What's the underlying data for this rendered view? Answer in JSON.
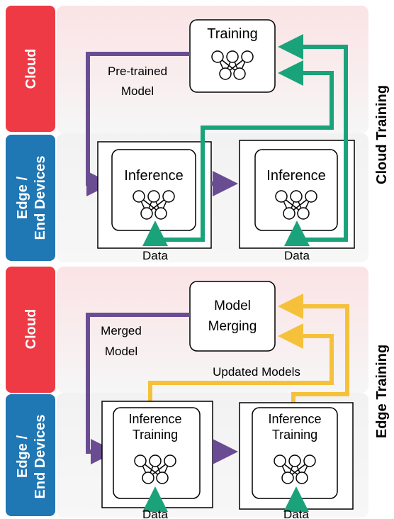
{
  "colors": {
    "cloud": "#ee3a44",
    "edge": "#1f77b4",
    "model_arrow": "#6a4c93",
    "cloud_training_arrow": "#1aa37a",
    "edge_training_arrow": "#f6c13a"
  },
  "top": {
    "side_label": "Cloud Training",
    "cloud_label": "Cloud",
    "edge_label_line1": "Edge /",
    "edge_label_line2": "End Devices",
    "cloud_box_label": "Training",
    "arrow_label_line1": "Pre-trained",
    "arrow_label_line2": "Model",
    "device1_label": "Inference",
    "device2_label": "Inference",
    "data1": "Data",
    "data2": "Data"
  },
  "bottom": {
    "side_label": "Edge Training",
    "cloud_label": "Cloud",
    "edge_label_line1": "Edge /",
    "edge_label_line2": "End Devices",
    "cloud_box_line1": "Model",
    "cloud_box_line2": "Merging",
    "arrow_label_line1": "Merged",
    "arrow_label_line2": "Model",
    "updated_label": "Updated Models",
    "device1_line1": "Inference",
    "device1_line2": "Training",
    "device2_line1": "Inference",
    "device2_line2": "Training",
    "data1": "Data",
    "data2": "Data"
  }
}
